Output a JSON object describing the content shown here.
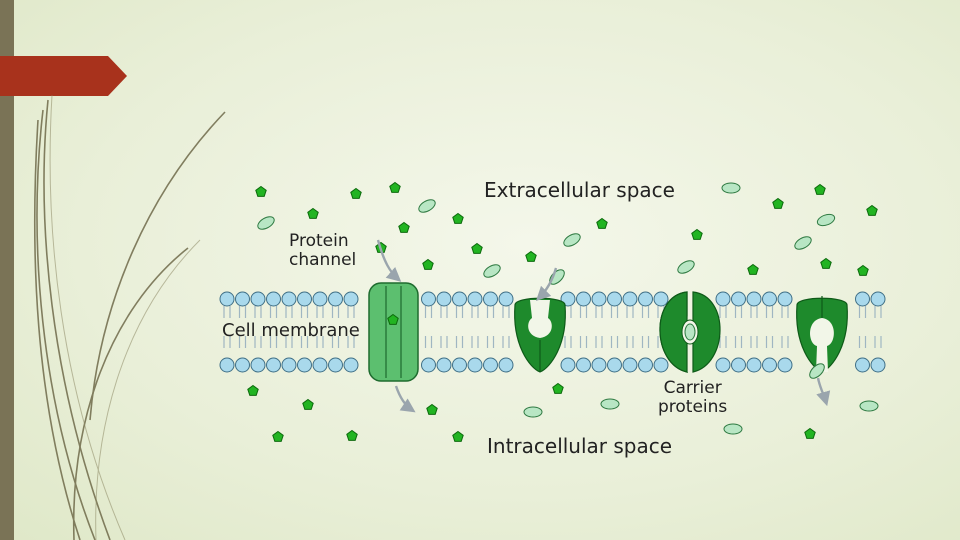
{
  "labels": {
    "extracellular": "Extracellular space",
    "intracellular": "Intracellular space",
    "protein_channel_line1": "Protein",
    "protein_channel_line2": "channel",
    "cell_membrane": "Cell membrane",
    "carrier_proteins_line1": "Carrier",
    "carrier_proteins_line2": "proteins"
  },
  "colors": {
    "accent": "#a8321c",
    "strip": "#7a7356",
    "head_fill": "#a9d9ec",
    "head_stroke": "#3f6f86",
    "channel_fill": "#5cbf6f",
    "carrier_fill": "#1e8a2c",
    "molecule_fill": "#22b422",
    "oval_fill": "#b8e6c4"
  },
  "icons": {
    "pentagon_molecule": "pentagon-molecule-icon",
    "oval_molecule": "oval-molecule-icon",
    "arrow": "curved-arrow-icon"
  }
}
